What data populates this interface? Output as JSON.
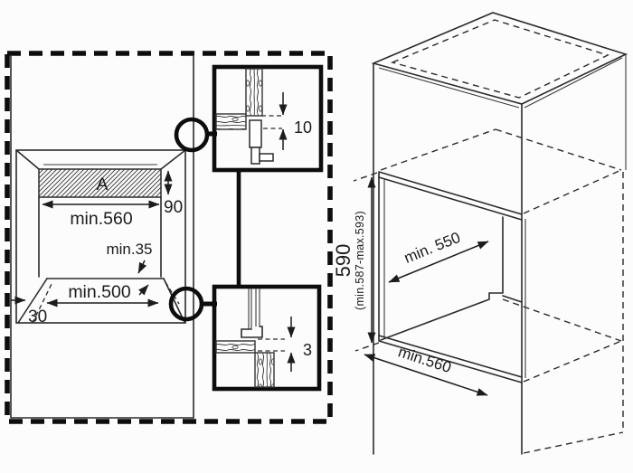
{
  "diagram_kind": "built-in-oven-installation-dimensions",
  "front_view": {
    "cutout_label": "A",
    "width_top": "min.560",
    "strip_height": "90",
    "front_clearance": "min.35",
    "width_bottom": "min.500",
    "bottom_recess": "30"
  },
  "detail_top": {
    "gap": "10"
  },
  "detail_bottom": {
    "gap": "3"
  },
  "iso_view": {
    "height": "590",
    "height_range": "(min.587-max.593)",
    "depth": "min. 550",
    "width": "min.560"
  },
  "colors": {
    "ink": "#1c1c1c",
    "background": "#fcfcfc"
  }
}
